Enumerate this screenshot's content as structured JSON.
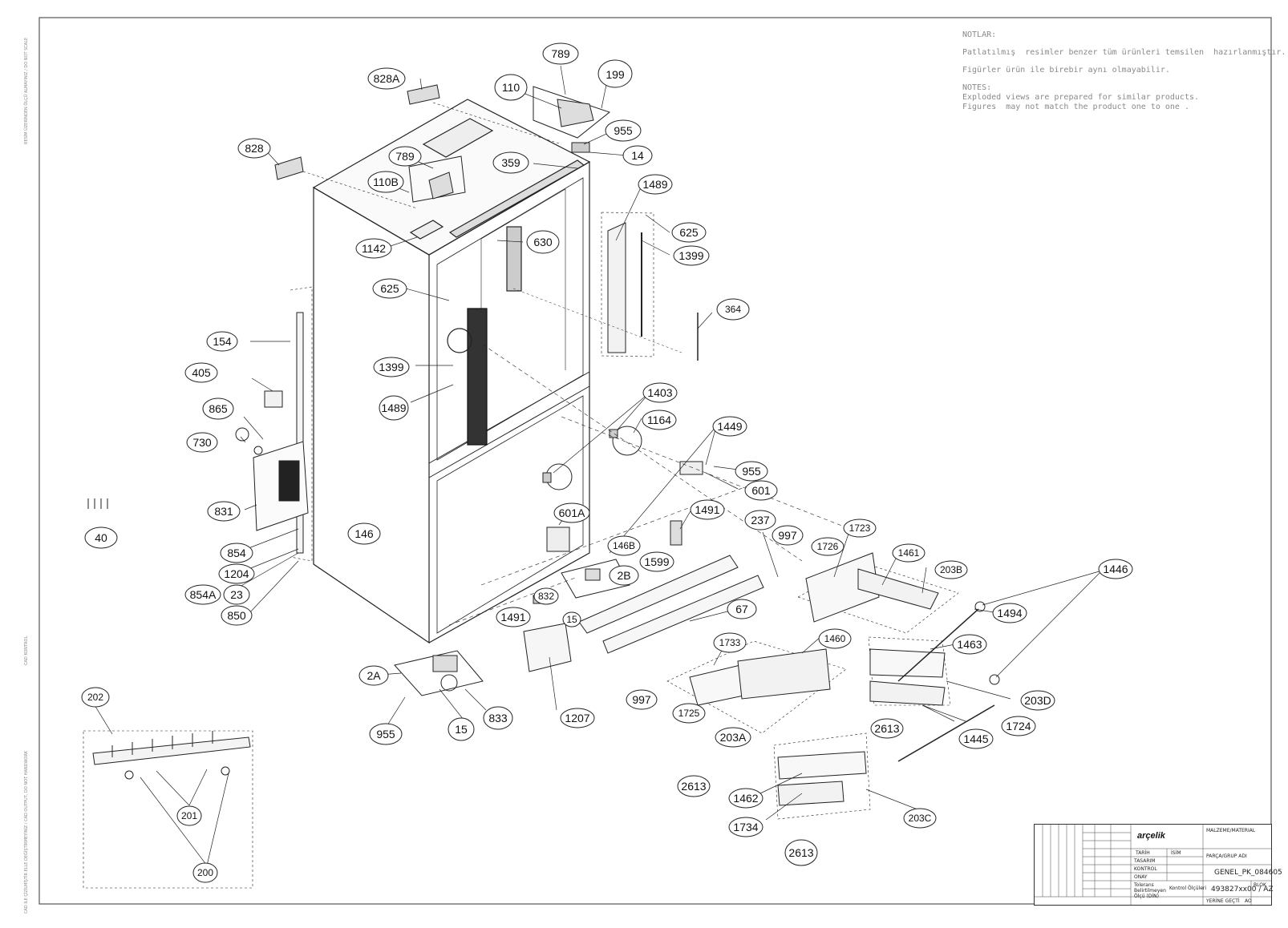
{
  "notes": {
    "heading": "NOTLAR:",
    "tr_line1": "Patlatılmış  resimler benzer tüm ürünleri temsilen  hazırlanmıştır.",
    "tr_line2": "Figürler ürün ile birebir aynı olmayabilir.",
    "en_heading": "NOTES:",
    "en_line1": "Exploded views are prepared for similar products.",
    "en_line2": "Figures  may not match the product one to one ."
  },
  "side_text": {
    "top": "RESİM ÜZERİNDEN ÖLÇÜ ALMAYINIZ / DO NOT SCALE",
    "middle": "CAD KONTROL",
    "bottom": "CAD İLE ÇİZİLMİŞTİR ELLE DEĞİŞTİRMEYİNİZ / CAD OUTPUT, DO NOT HANDWORK"
  },
  "title_block": {
    "brand": "arçelik",
    "material_label": "MALZEME/MATERIAL",
    "group_label": "PARÇA/GRUP ADI",
    "doc_name": "GENEL_PK_084605",
    "drawing_number": "493827xx00 / AZ",
    "tarih": "TARİH",
    "isim": "İSİM",
    "tasarim": "TASARIM",
    "kontrol": "KONTROL",
    "onay": "ONAY",
    "tolerans": "Tolerans",
    "belirtilmeyen": "Belirtilmeyen",
    "olcu": "Ölçü (DİN)",
    "kontrol_olculeri": "Kontrol Ölçüleri",
    "blok": "BLOK",
    "yerine_gecti": "YERİNE GEÇTİ",
    "ao": "AO"
  },
  "labels": {
    "l789a": "789",
    "l828A": "828A",
    "l199": "199",
    "l110": "110",
    "l955a": "955",
    "l14": "14",
    "l828": "828",
    "l789b": "789",
    "l359": "359",
    "l110B": "110B",
    "l1489a": "1489",
    "l625a": "625",
    "l1142": "1142",
    "l630": "630",
    "l1399a": "1399",
    "l625b": "625",
    "l364": "364",
    "l154": "154",
    "l1399b": "1399",
    "l405": "405",
    "l1489b": "1489",
    "l1403": "1403",
    "l865": "865",
    "l1164": "1164",
    "l1449": "1449",
    "l730": "730",
    "l955b": "955",
    "l601": "601",
    "l831": "831",
    "l601A": "601A",
    "l1491a": "1491",
    "l40": "40",
    "l146": "146",
    "l237": "237",
    "l997a": "997",
    "l1723": "1723",
    "l146B": "146B",
    "l854": "854",
    "l1726": "1726",
    "l1461": "1461",
    "l1599": "1599",
    "l1204": "1204",
    "l2B": "2B",
    "l203B": "203B",
    "l1446": "1446",
    "l854A": "854A",
    "l23": "23",
    "l832": "832",
    "l1491b": "1491",
    "l67": "67",
    "l1494": "1494",
    "l850": "850",
    "l15a": "15",
    "l1733": "1733",
    "l1460": "1460",
    "l1463": "1463",
    "l2A": "2A",
    "l202": "202",
    "l997b": "997",
    "l203D": "203D",
    "l833": "833",
    "l1725": "1725",
    "l955c": "955",
    "l15b": "15",
    "l1207": "1207",
    "l2613a": "2613",
    "l1724": "1724",
    "l203A": "203A",
    "l1445": "1445",
    "l2613b": "2613",
    "l1462": "1462",
    "l201": "201",
    "l203C": "203C",
    "l1734": "1734",
    "l2613c": "2613",
    "l200": "200"
  }
}
